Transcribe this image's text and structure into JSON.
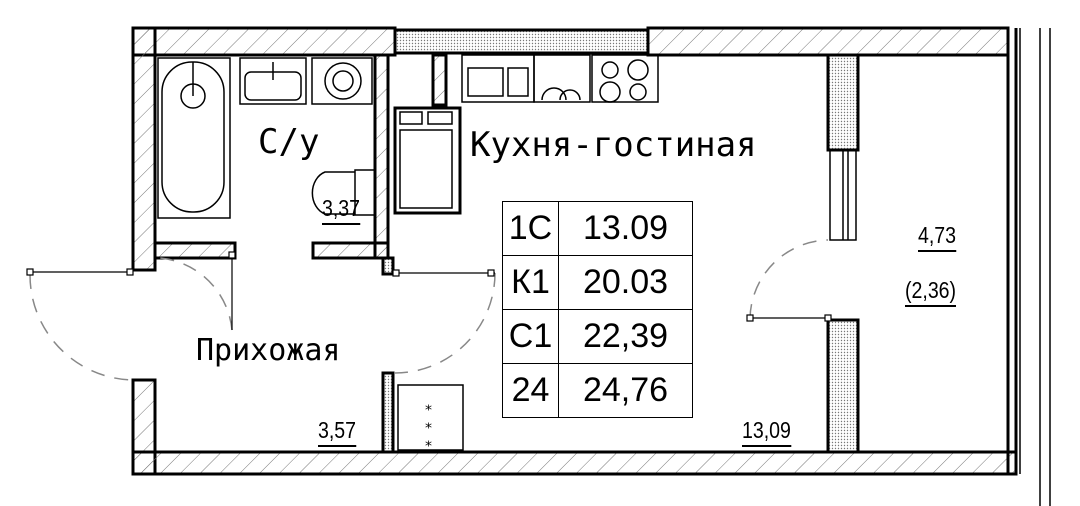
{
  "rooms": {
    "bathroom": {
      "name": "С/у",
      "area": "3,37"
    },
    "kitchen_living": {
      "name": "Кухня-гостиная",
      "area": "13,09"
    },
    "hallway": {
      "name": "Прихожая",
      "area": "3,57"
    },
    "balcony": {
      "area": "4,73",
      "reduced_area": "(2,36)"
    }
  },
  "summary_table": [
    {
      "code": "1С",
      "value": "13.09"
    },
    {
      "code": "К1",
      "value": "20.03"
    },
    {
      "code": "С1",
      "value": "22,39"
    },
    {
      "code": "24",
      "value": "24,76"
    }
  ]
}
